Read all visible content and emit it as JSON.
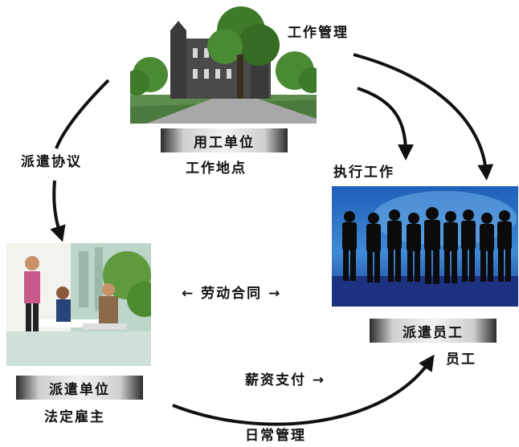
{
  "labels": {
    "work_management": "工作管理",
    "dispatch_agreement": "派遣协议",
    "execute_work": "执行工作",
    "labor_contract": "劳动合同",
    "salary_payment": "薪资支付",
    "daily_management": "日常管理"
  },
  "nodes": {
    "employer_unit": {
      "badge": "用工单位",
      "caption": "工作地点"
    },
    "dispatch_unit": {
      "badge": "派遣单位",
      "caption": "法定雇主"
    },
    "dispatched_staff": {
      "badge": "派遣员工",
      "caption": "员工"
    }
  },
  "arrows": {
    "left_right": "←",
    "right": "→"
  },
  "colors": {
    "arrow": "#111111",
    "sky_blue": "#2f78c8",
    "deep_blue": "#1a3d8f",
    "foliage": "#3f7a2a",
    "building": "#4a4a4a"
  }
}
